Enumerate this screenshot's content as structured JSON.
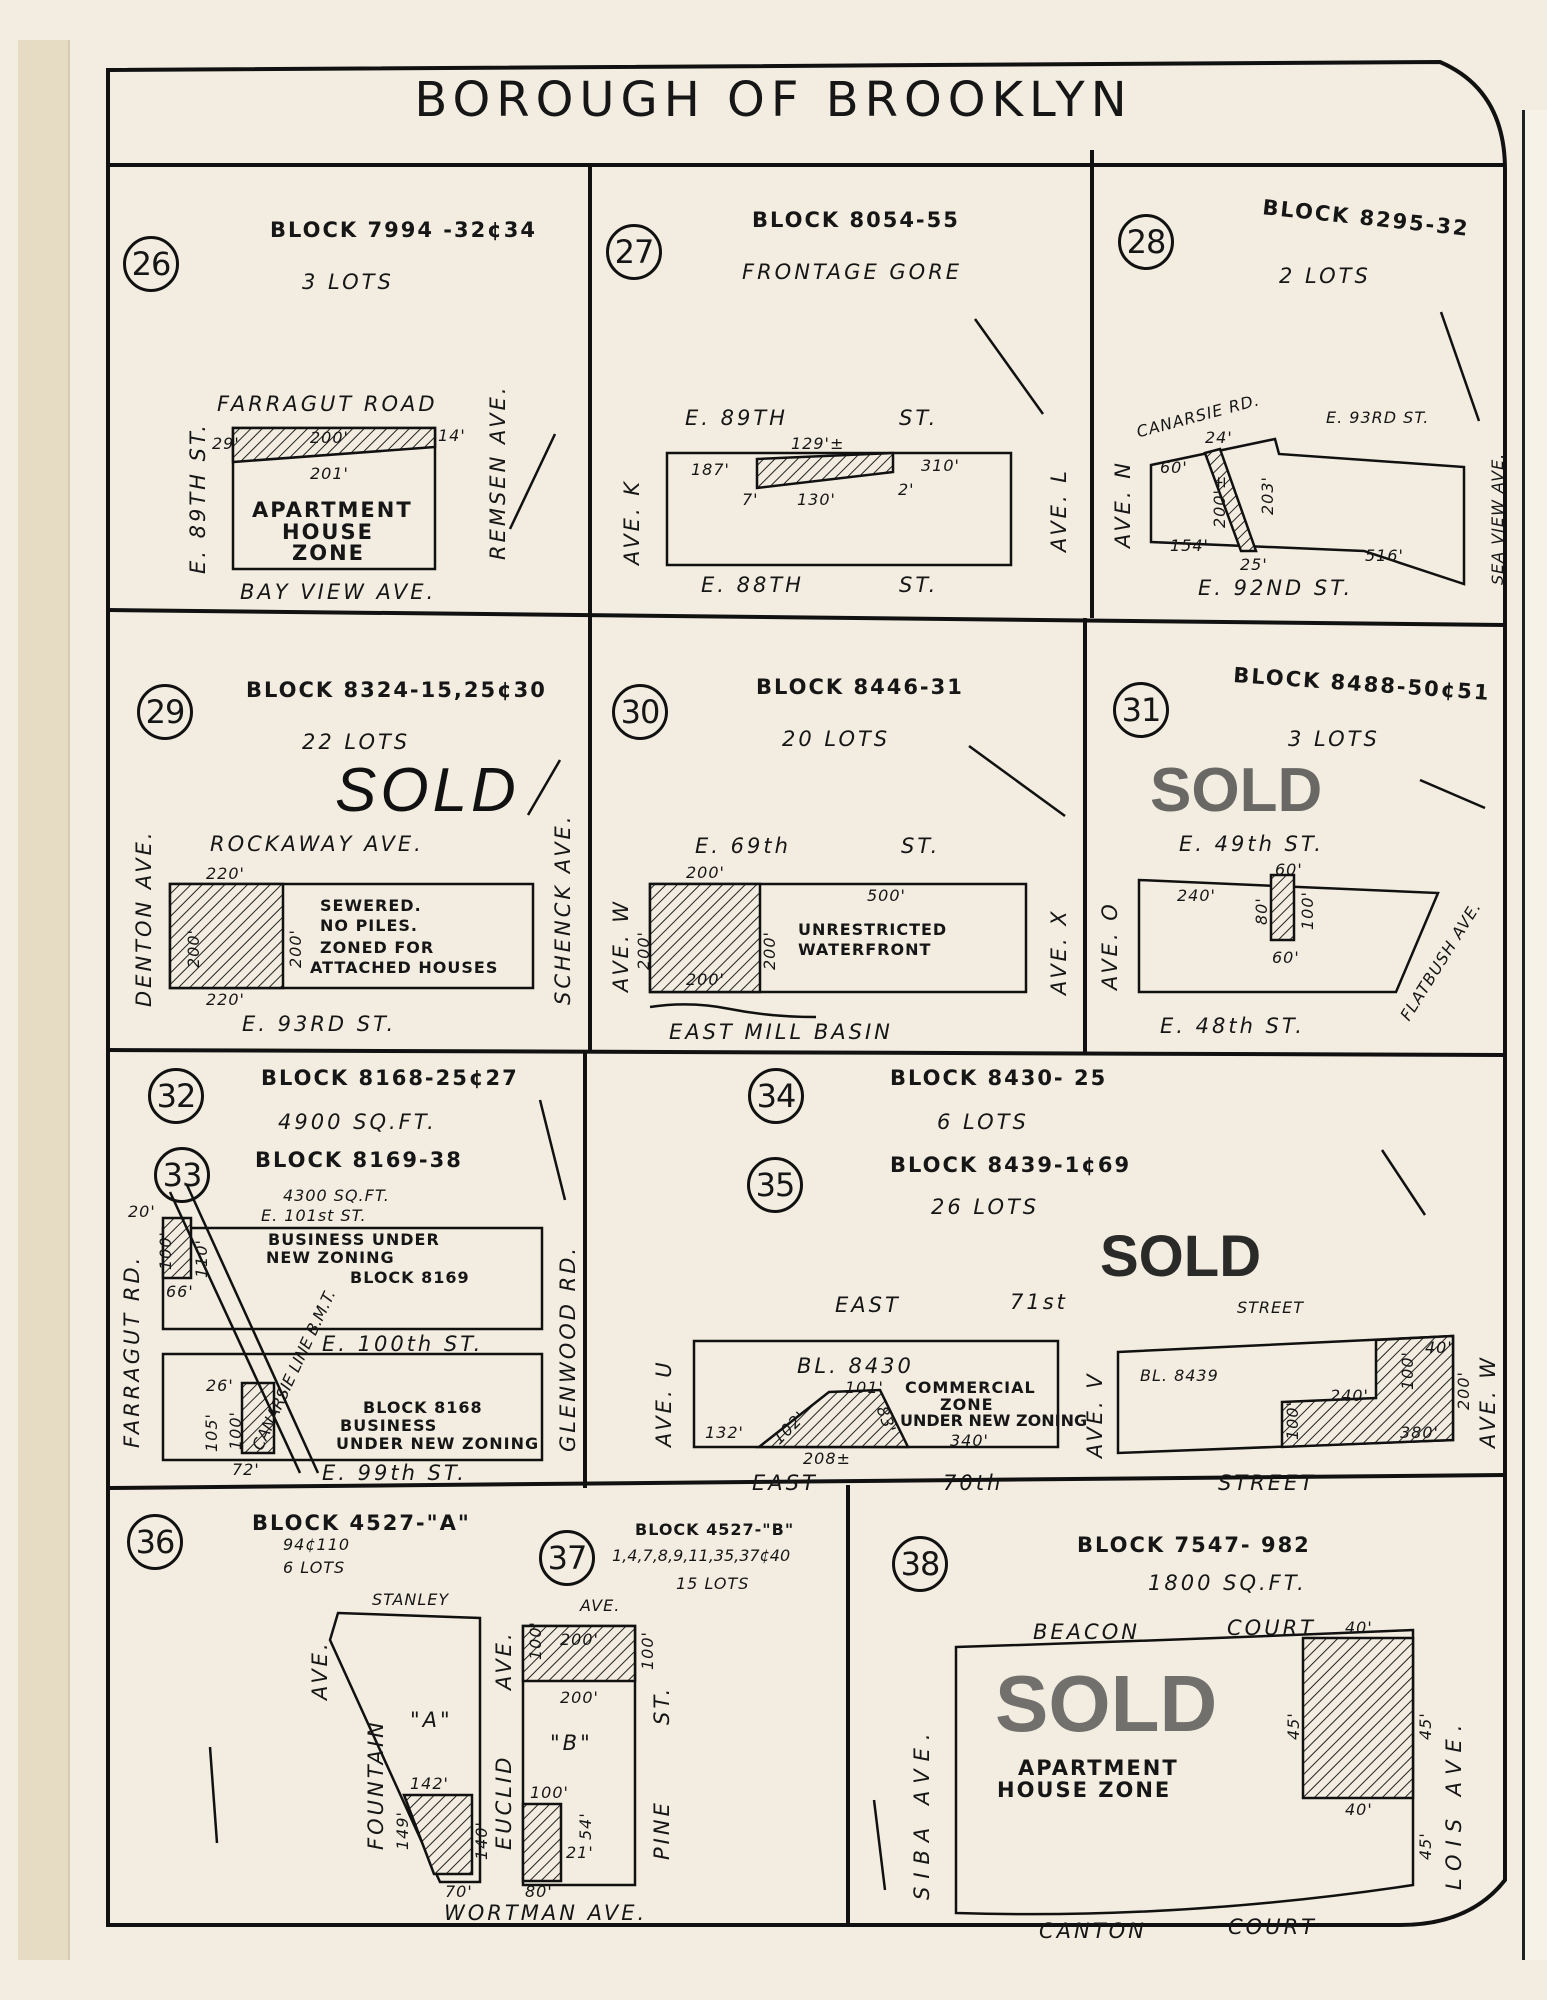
{
  "title": "BOROUGH OF BROOKLYN",
  "p26": {
    "num": "26",
    "block": "BLOCK 7994 -32¢34",
    "lots": "3 LOTS",
    "n": "FARRAGUT ROAD",
    "s": "BAY VIEW AVE.",
    "w": "E. 89TH ST.",
    "e": "REMSEN AVE.",
    "zone": [
      "APARTMENT",
      "HOUSE",
      "ZONE"
    ],
    "d": [
      "200'",
      "201'",
      "29'",
      "14'"
    ]
  },
  "p27": {
    "num": "27",
    "block": "BLOCK 8054-55",
    "lots": "FRONTAGE GORE",
    "n1": "E. 89TH",
    "n2": "ST.",
    "s1": "E. 88TH",
    "s2": "ST.",
    "w": "AVE. K",
    "e": "AVE. L",
    "d": [
      "129'±",
      "187'",
      "310'",
      "130'",
      "7'",
      "2'"
    ]
  },
  "p28": {
    "num": "28",
    "block": "BLOCK 8295-32",
    "lots": "2 LOTS",
    "n1": "CANARSIE RD.",
    "n2": "E. 93RD ST.",
    "s": "E. 92ND ST.",
    "w": "AVE. N",
    "e": "SEA VIEW AVE.",
    "d": [
      "24'",
      "60'",
      "200'±",
      "203'",
      "154'",
      "25'",
      "516'"
    ]
  },
  "p29": {
    "num": "29",
    "block": "BLOCK 8324-15,25¢30",
    "lots": "22 LOTS",
    "n": "ROCKAWAY AVE.",
    "s": "E. 93RD ST.",
    "w": "DENTON AVE.",
    "e": "SCHENCK AVE.",
    "note": [
      "SEWERED.",
      "NO PILES.",
      "ZONED FOR",
      "ATTACHED HOUSES"
    ],
    "d": [
      "220'",
      "220'",
      "200'",
      "200'"
    ],
    "sold": "SOLD"
  },
  "p30": {
    "num": "30",
    "block": "BLOCK 8446-31",
    "lots": "20 LOTS",
    "n1": "E. 69th",
    "n2": "ST.",
    "s": "EAST MILL BASIN",
    "w": "AVE. W",
    "e": "AVE. X",
    "note": [
      "UNRESTRICTED",
      "WATERFRONT"
    ],
    "d": [
      "200'",
      "500'",
      "200'",
      "200'",
      "200'"
    ]
  },
  "p31": {
    "num": "31",
    "block": "BLOCK 8488-50¢51",
    "lots": "3 LOTS",
    "n": "E. 49th ST.",
    "s": "E. 48th ST.",
    "w": "AVE. O",
    "e": "FLATBUSH AVE.",
    "d": [
      "240'",
      "60'",
      "60'",
      "80'",
      "100'"
    ],
    "sold": "SOLD"
  },
  "p32": {
    "num": "32",
    "block": "BLOCK 8168-25¢27",
    "area": "4900 SQ.FT."
  },
  "p33": {
    "num": "33",
    "block": "BLOCK 8169-38",
    "area": "4300 SQ.FT.",
    "n": "E. 101st ST.",
    "m": "E. 100th ST.",
    "s": "E. 99th ST.",
    "w": "FARRAGUT RD.",
    "e": "GLENWOOD RD.",
    "line": "CANARSIE LINE B.M.T.",
    "note1": [
      "BUSINESS UNDER",
      "NEW ZONING",
      "BLOCK 8169"
    ],
    "note2": [
      "BLOCK 8168",
      "BUSINESS",
      "UNDER NEW ZONING"
    ],
    "d": [
      "20'",
      "100'",
      "66'",
      "26'",
      "100'",
      "72'",
      "105'",
      "110'"
    ]
  },
  "p34": {
    "num": "34",
    "block": "BLOCK 8430- 25",
    "lots": "6 LOTS"
  },
  "p35": {
    "num": "35",
    "block": "BLOCK 8439-1¢69",
    "lots": "26 LOTS",
    "n1": "EAST",
    "n2": "71st",
    "n3": "STREET",
    "s1": "EAST",
    "s2": "70th",
    "s3": "STREET",
    "w": "AVE. U",
    "m": "AVE. V",
    "e": "AVE. W",
    "bl1": "BL. 8430",
    "bl2": "BL. 8439",
    "note": [
      "COMMERCIAL",
      "ZONE",
      "UNDER NEW ZONING"
    ],
    "d": [
      "101'",
      "102'",
      "83'",
      "132'",
      "208±",
      "340'",
      "40'",
      "100'",
      "240'",
      "100'",
      "200'",
      "380'"
    ],
    "sold": "SOLD"
  },
  "p36": {
    "num": "36",
    "block": "BLOCK 4527-\"A\"",
    "sub": "94¢110",
    "lots": "6 LOTS",
    "n": "STANLEY",
    "w": "FOUNTAIN",
    "w2": "AVE.",
    "label": "\"A\"",
    "d": [
      "142'",
      "149'",
      "140'",
      "70'"
    ]
  },
  "p37": {
    "num": "37",
    "block": "BLOCK 4527-\"B\"",
    "sub": "1,4,7,8,9,11,35,37¢40",
    "lots": "15 LOTS",
    "n": "AVE.",
    "w": "EUCLID",
    "w2": "AVE.",
    "e": "PINE",
    "e2": "ST.",
    "s": "WORTMAN AVE.",
    "label": "\"B\"",
    "d": [
      "200'",
      "200'",
      "100'",
      "100'",
      "100'",
      "54'",
      "21'",
      "80'"
    ]
  },
  "p38": {
    "num": "38",
    "block": "BLOCK 7547- 982",
    "area": "1800 SQ.FT.",
    "n1": "BEACON",
    "n2": "COURT",
    "s1": "CANTON",
    "s2": "COURT",
    "w": "SIBA AVE.",
    "e": "LOIS AVE.",
    "zone": [
      "APARTMENT",
      "HOUSE  ZONE"
    ],
    "d": [
      "40'",
      "45'",
      "45'",
      "40'",
      "45'"
    ],
    "sold": "SOLD"
  }
}
